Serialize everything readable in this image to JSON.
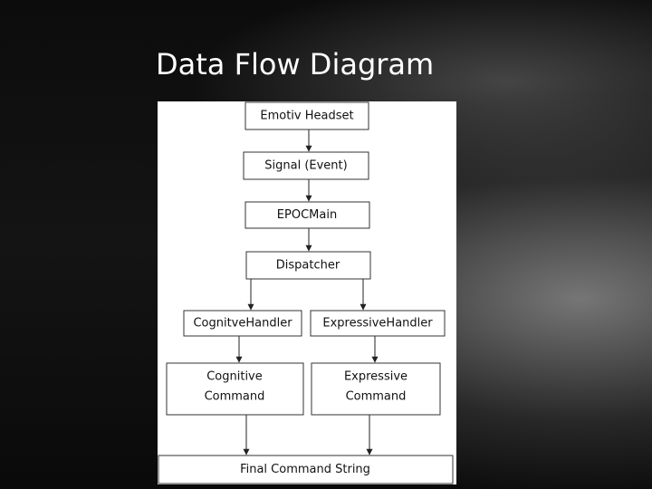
{
  "slide": {
    "title": "Data Flow Diagram"
  },
  "diagram": {
    "nodes": {
      "emotiv_headset": "Emotiv Headset",
      "signal_event": "Signal (Event)",
      "epocmain": "EPOCMain",
      "dispatcher": "Dispatcher",
      "cognitive_handler": "CognitveHandler",
      "expressive_handler": "ExpressiveHandler",
      "cognitive_command_line1": "Cognitive",
      "cognitive_command_line2": "Command",
      "expressive_command_line1": "Expressive",
      "expressive_command_line2": "Command",
      "final_command_string": "Final Command String"
    },
    "edges": [
      [
        "emotiv_headset",
        "signal_event"
      ],
      [
        "signal_event",
        "epocmain"
      ],
      [
        "epocmain",
        "dispatcher"
      ],
      [
        "dispatcher",
        "cognitive_handler"
      ],
      [
        "dispatcher",
        "expressive_handler"
      ],
      [
        "cognitive_handler",
        "cognitive_command"
      ],
      [
        "expressive_handler",
        "expressive_command"
      ],
      [
        "cognitive_command",
        "final_command_string"
      ],
      [
        "expressive_command",
        "final_command_string"
      ]
    ]
  }
}
